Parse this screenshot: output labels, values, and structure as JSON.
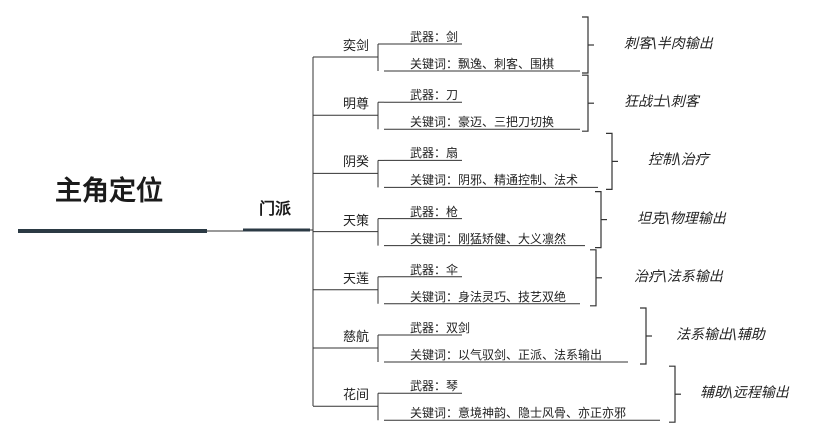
{
  "root": {
    "title": "主角定位"
  },
  "branch": {
    "title": "门派"
  },
  "weapon_prefix": "武器：",
  "keyword_prefix": "关键词：",
  "sects": [
    {
      "name": "奕剑",
      "weapon": "剑",
      "keywords": "飘逸、刺客、围棋",
      "role": "刺客\\半肉输出"
    },
    {
      "name": "明尊",
      "weapon": "刀",
      "keywords": "豪迈、三把刀切换",
      "role": "狂战士\\刺客"
    },
    {
      "name": "阴癸",
      "weapon": "扇",
      "keywords": "阴邪、精通控制、法术",
      "role": "控制\\治疗"
    },
    {
      "name": "天策",
      "weapon": "枪",
      "keywords": "刚猛矫健、大义凛然",
      "role": "坦克\\物理输出"
    },
    {
      "name": "天莲",
      "weapon": "伞",
      "keywords": "身法灵巧、技艺双绝",
      "role": "治疗\\法系输出"
    },
    {
      "name": "慈航",
      "weapon": "双剑",
      "keywords": "以气驭剑、正派、法系输出",
      "role": "法系输出\\辅助"
    },
    {
      "name": "花间",
      "weapon": "琴",
      "keywords": "意境神韵、隐士风骨、亦正亦邪",
      "role": "辅助\\远程输出"
    }
  ]
}
